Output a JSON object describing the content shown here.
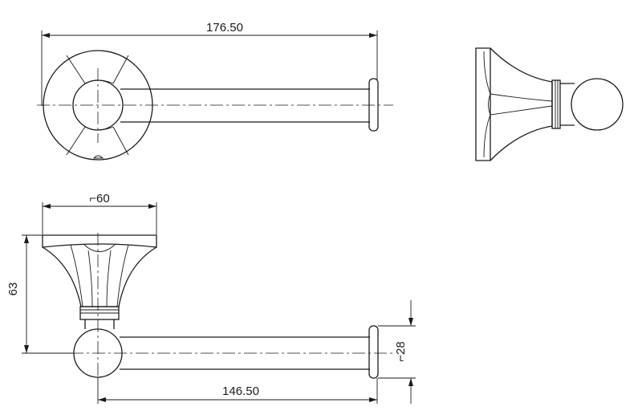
{
  "drawing": {
    "colors": {
      "line": "#1a1a1a",
      "background": "#ffffff"
    },
    "dimensions": {
      "overall_length": "176.50",
      "plate_diameter": "⌐60",
      "height": "63",
      "bar_length": "146.50",
      "bar_diameter": "⌐28"
    }
  }
}
